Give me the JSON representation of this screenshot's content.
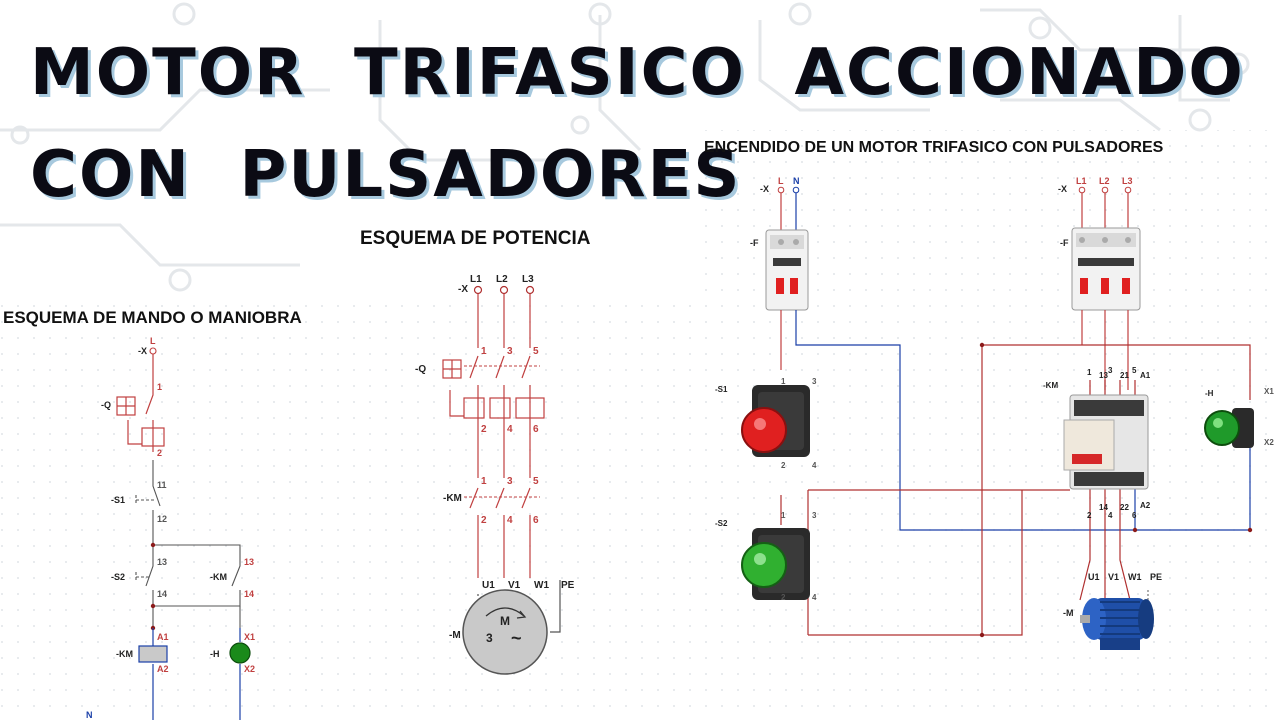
{
  "title": {
    "line1": "MOTOR  TRIFASICO  ACCIONADO",
    "line2": "CON  PULSADORES"
  },
  "sections": {
    "potencia": "ESQUEMA DE POTENCIA",
    "mando": "ESQUEMA DE MANDO O MANIOBRA",
    "encendido": "ENCENDIDO DE UN MOTOR  TRIFASICO CON PULSADORES"
  },
  "potencia": {
    "terminal": "-X",
    "phases": [
      "L1",
      "L2",
      "L3"
    ],
    "breaker_tag": "-Q",
    "breaker_top": [
      "1",
      "3",
      "5"
    ],
    "breaker_bottom": [
      "2",
      "4",
      "6"
    ],
    "contactor_tag": "-KM",
    "contactor_top": [
      "1",
      "3",
      "5"
    ],
    "contactor_bottom": [
      "2",
      "4",
      "6"
    ],
    "motor_terminals": [
      "U1",
      "V1",
      "W1",
      "PE"
    ],
    "motor_tag": "-M",
    "motor_letter": "M",
    "motor_phases": "3",
    "motor_symbol": "~"
  },
  "mando": {
    "terminal": "-X",
    "line": "L",
    "breaker_tag": "-Q",
    "breaker_top": "1",
    "breaker_bottom": "2",
    "s1_tag": "-S1",
    "s1_top": "11",
    "s1_bottom": "12",
    "s2_tag": "-S2",
    "s2_top": "13",
    "s2_bottom": "14",
    "km_contact_tag": "-KM",
    "km_contact_top": "13",
    "km_contact_bottom": "14",
    "coil_tag": "-KM",
    "coil_top": "A1",
    "coil_bottom": "A2",
    "lamp_tag": "-H",
    "lamp_top": "X1",
    "lamp_bottom": "X2",
    "neutral": "N"
  },
  "encendido": {
    "single_terminal": "-X",
    "single_phases": [
      "L",
      "N"
    ],
    "single_breaker_tag": "-F",
    "three_terminal": "-X",
    "three_phases": [
      "L1",
      "L2",
      "L3"
    ],
    "three_breaker_tag": "-F",
    "s1_tag": "-S1",
    "s1_contacts": [
      "1",
      "3",
      "2",
      "4"
    ],
    "s2_tag": "-S2",
    "s2_contacts": [
      "1",
      "3",
      "2",
      "4"
    ],
    "km_tag": "-KM",
    "km_top": [
      "1",
      "13",
      "3",
      "21",
      "5",
      "A1"
    ],
    "km_bottom": [
      "2",
      "14",
      "4",
      "22",
      "6",
      "A2"
    ],
    "lamp_tag": "-H",
    "lamp_terminals": [
      "X1",
      "X2"
    ],
    "motor_terminals": [
      "U1",
      "V1",
      "W1",
      "PE"
    ],
    "motor_tag": "-M"
  },
  "colors": {
    "title": "#0b0b14",
    "title_shadow": "#a7c9de",
    "wire_red": "#b03030",
    "wire_blue": "#2a2aa8",
    "lamp_green": "#1a8a1a",
    "button_red": "#e02020",
    "button_green": "#30b030",
    "motor_blue": "#1f4fa8"
  }
}
